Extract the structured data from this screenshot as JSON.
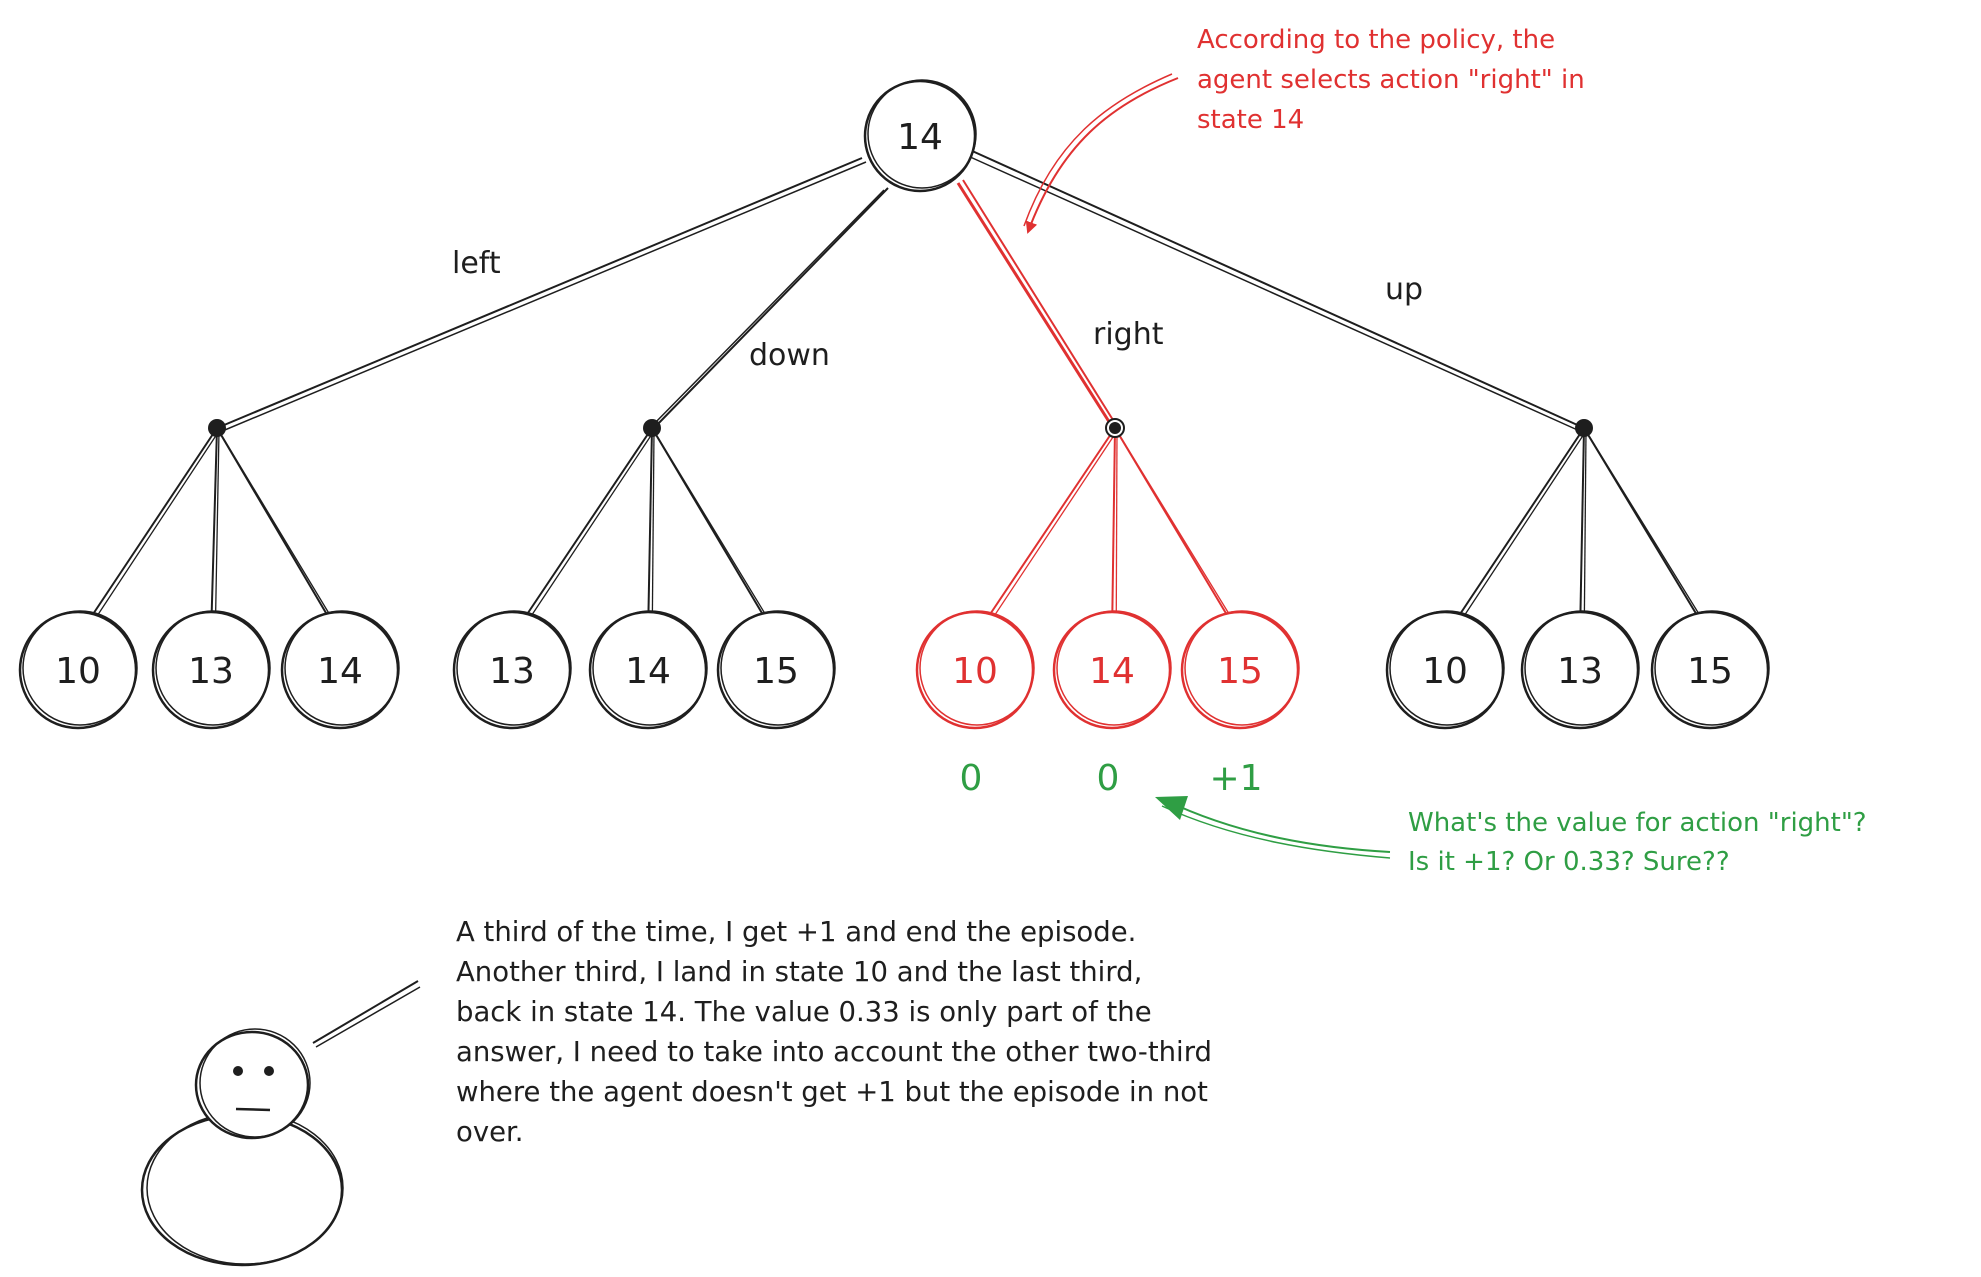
{
  "colors": {
    "ink": "#1e1e1e",
    "highlight": "#e03131",
    "comment": "#2f9e44"
  },
  "root": {
    "state": "14"
  },
  "actions": [
    {
      "label": "left",
      "highlighted": false,
      "outcomes": [
        "10",
        "13",
        "14"
      ]
    },
    {
      "label": "down",
      "highlighted": false,
      "outcomes": [
        "13",
        "14",
        "15"
      ]
    },
    {
      "label": "right",
      "highlighted": true,
      "outcomes": [
        "10",
        "14",
        "15"
      ],
      "rewards": [
        "0",
        "0",
        "+1"
      ]
    },
    {
      "label": "up",
      "highlighted": false,
      "outcomes": [
        "10",
        "13",
        "15"
      ]
    }
  ],
  "policy_note": {
    "lines": [
      "According to the policy, the",
      "agent selects action \"right\" in",
      "state 14"
    ]
  },
  "value_question": {
    "lines": [
      "What's the value for action \"right\"?",
      "Is it +1? Or 0.33? Sure??"
    ]
  },
  "thought": {
    "lines": [
      "A third of the time, I get +1 and end the episode.",
      "Another third, I land in state 10 and the last third,",
      "back in state 14. The value 0.33 is only part of the",
      "answer, I need to take into account the other two-third",
      "where the agent doesn't get +1 but the episode in not",
      "over."
    ]
  }
}
